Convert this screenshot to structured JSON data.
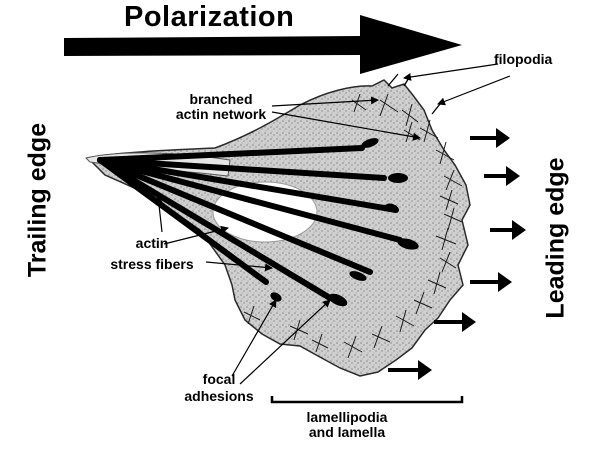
{
  "title": "Polarization",
  "labels": {
    "trailing_edge": "Trailing edge",
    "leading_edge": "Leading edge",
    "filopodia": "filopodia",
    "branched_line1": "branched",
    "branched_line2": "actin network",
    "stress_line1": "actin",
    "stress_line2": "stress fibers",
    "focal_line1": "focal",
    "focal_line2": "adhesions",
    "lamell_line1": "lamellipodia",
    "lamell_line2": "and lamella"
  },
  "colors": {
    "ink": "#000000",
    "cell_fill": "#c9c9c9",
    "cell_edge": "#2a2a2a",
    "background": "#ffffff"
  }
}
